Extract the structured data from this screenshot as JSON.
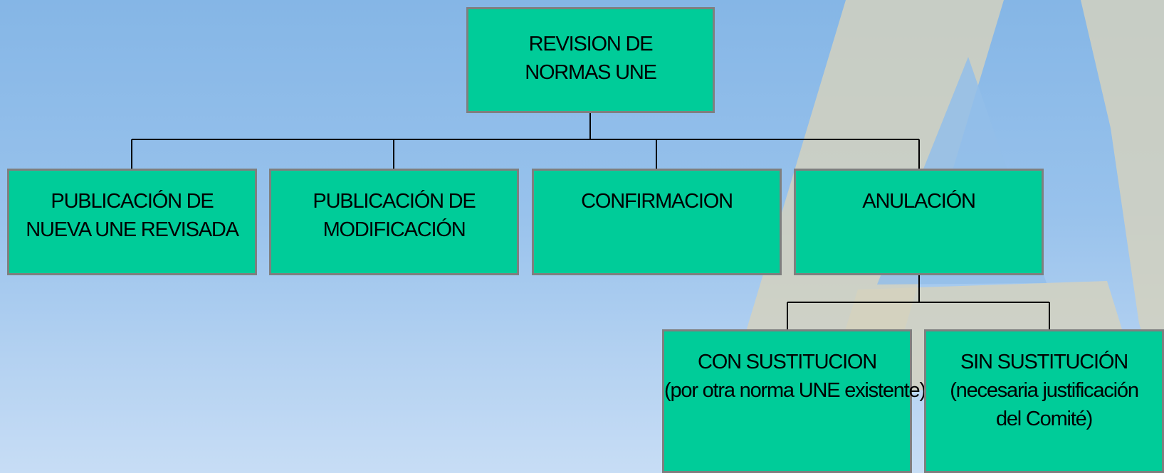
{
  "colors": {
    "node_fill": "#00cc99",
    "node_border": "#7f7f7f",
    "connector": "#000000",
    "background_top": "#85b6e6",
    "background_bottom": "#c7ddf5",
    "watermark": "#d6d2bd"
  },
  "diagram": {
    "type": "tree",
    "root": {
      "lines": [
        "REVISION DE",
        "NORMAS UNE"
      ]
    },
    "level1": [
      {
        "lines": [
          "PUBLICACIÓN DE",
          "NUEVA UNE REVISADA"
        ]
      },
      {
        "lines": [
          "PUBLICACIÓN DE",
          "MODIFICACIÓN"
        ]
      },
      {
        "lines": [
          "CONFIRMACION"
        ]
      },
      {
        "lines": [
          "ANULACIÓN"
        ]
      }
    ],
    "level2": [
      {
        "lines": [
          "CON SUSTITUCION",
          "(por otra norma UNE existente)"
        ]
      },
      {
        "lines": [
          "SIN SUSTITUCIÓN",
          "(necesaria justificación",
          "del Comité)"
        ]
      }
    ],
    "edges": [
      [
        "REVISION DE NORMAS UNE",
        "PUBLICACIÓN DE NUEVA UNE REVISADA"
      ],
      [
        "REVISION DE NORMAS UNE",
        "PUBLICACIÓN DE MODIFICACIÓN"
      ],
      [
        "REVISION DE NORMAS UNE",
        "CONFIRMACION"
      ],
      [
        "REVISION DE NORMAS UNE",
        "ANULACIÓN"
      ],
      [
        "ANULACIÓN",
        "CON SUSTITUCION"
      ],
      [
        "ANULACIÓN",
        "SIN SUSTITUCIÓN"
      ]
    ]
  }
}
